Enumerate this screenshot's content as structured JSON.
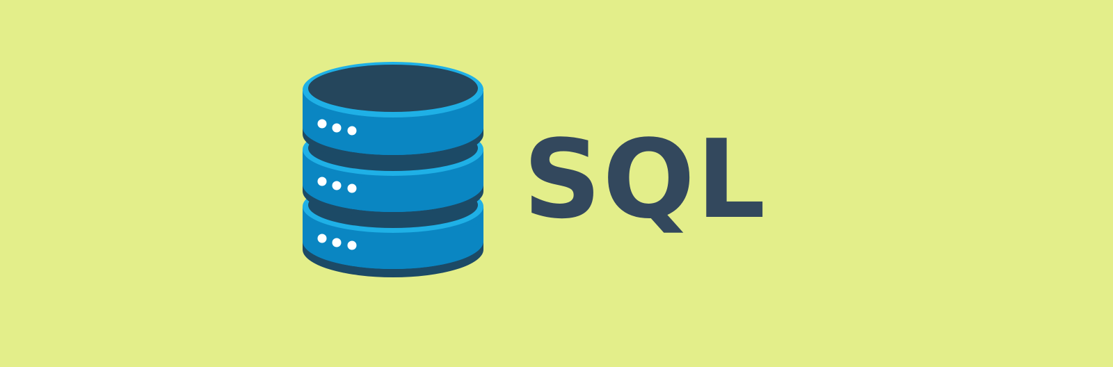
{
  "banner": {
    "background_color": "#e3ee8a",
    "logo": {
      "icon_name": "database-icon",
      "tier_count": 3,
      "led_dots_per_tier": 3,
      "colors": {
        "body": "#0a86c2",
        "rim": "#1fb0e6",
        "top": "#25465c",
        "shadow": "#1c4a66",
        "dots": "#ffffff"
      }
    },
    "wordmark": {
      "text": "SQL",
      "color": "#33485d"
    }
  }
}
